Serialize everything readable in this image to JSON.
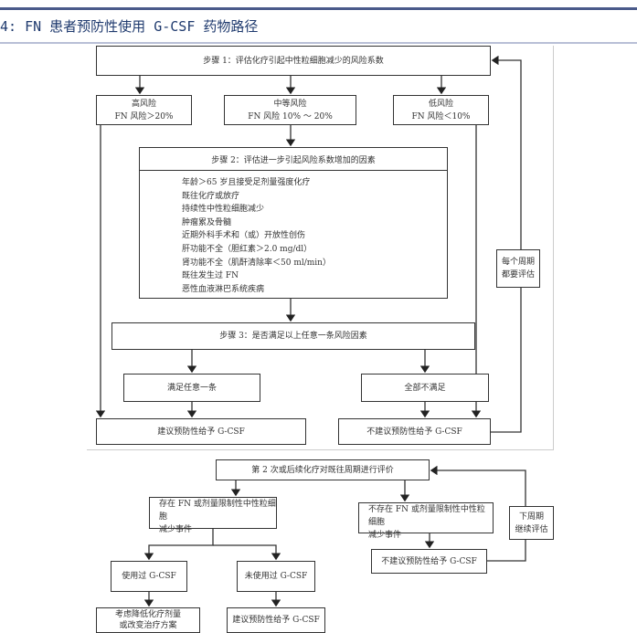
{
  "title": "4: FN 患者预防性使用 G-CSF 药物路径",
  "upper": {
    "step1": "步骤 1：评估化疗引起中性粒细胞减少的风险系数",
    "high": [
      "高风险",
      "FN 风险＞20%"
    ],
    "medium": [
      "中等风险",
      "FN 风险 10% ～ 20%"
    ],
    "low": [
      "低风险",
      "FN 风险＜10%"
    ],
    "step2": "步骤 2：评估进一步引起风险系数增加的因素",
    "factors": [
      "年龄＞65 岁且接受足剂量强度化疗",
      "既往化疗或放疗",
      "持续性中性粒细胞减少",
      "肿瘤累及骨髓",
      "近期外科手术和（或）开放性创伤",
      "肝功能不全（胆红素＞2.0 mg/dl）",
      "肾功能不全（肌酐清除率＜50 ml/min）",
      "既往发生过 FN",
      "恶性血液淋巴系统疾病"
    ],
    "step3": "步骤 3：是否满足以上任意一条风险因素",
    "meet_any": "满足任意一条",
    "meet_none": "全部不满足",
    "recommend": "建议预防性给予 G-CSF",
    "not_recommend": "不建议预防性给予 G-CSF",
    "every_cycle": [
      "每个周期",
      "都要评估"
    ]
  },
  "lower": {
    "evaluate": "第 2 次或后续化疗对既往周期进行评价",
    "present": [
      "存在 FN 或剂量限制性中性粒细胞",
      "减少事件"
    ],
    "absent": [
      "不存在 FN 或剂量限制性中性粒细胞",
      "减少事件"
    ],
    "next_cycle": [
      "下周期",
      "继续评估"
    ],
    "not_recommend": "不建议预防性给予 G-CSF",
    "used": "使用过 G-CSF",
    "not_used": "未使用过 G-CSF",
    "reduce": [
      "考虑降低化疗剂量",
      "或改变治疗方案"
    ],
    "recommend": "建议预防性给予 G-CSF"
  }
}
